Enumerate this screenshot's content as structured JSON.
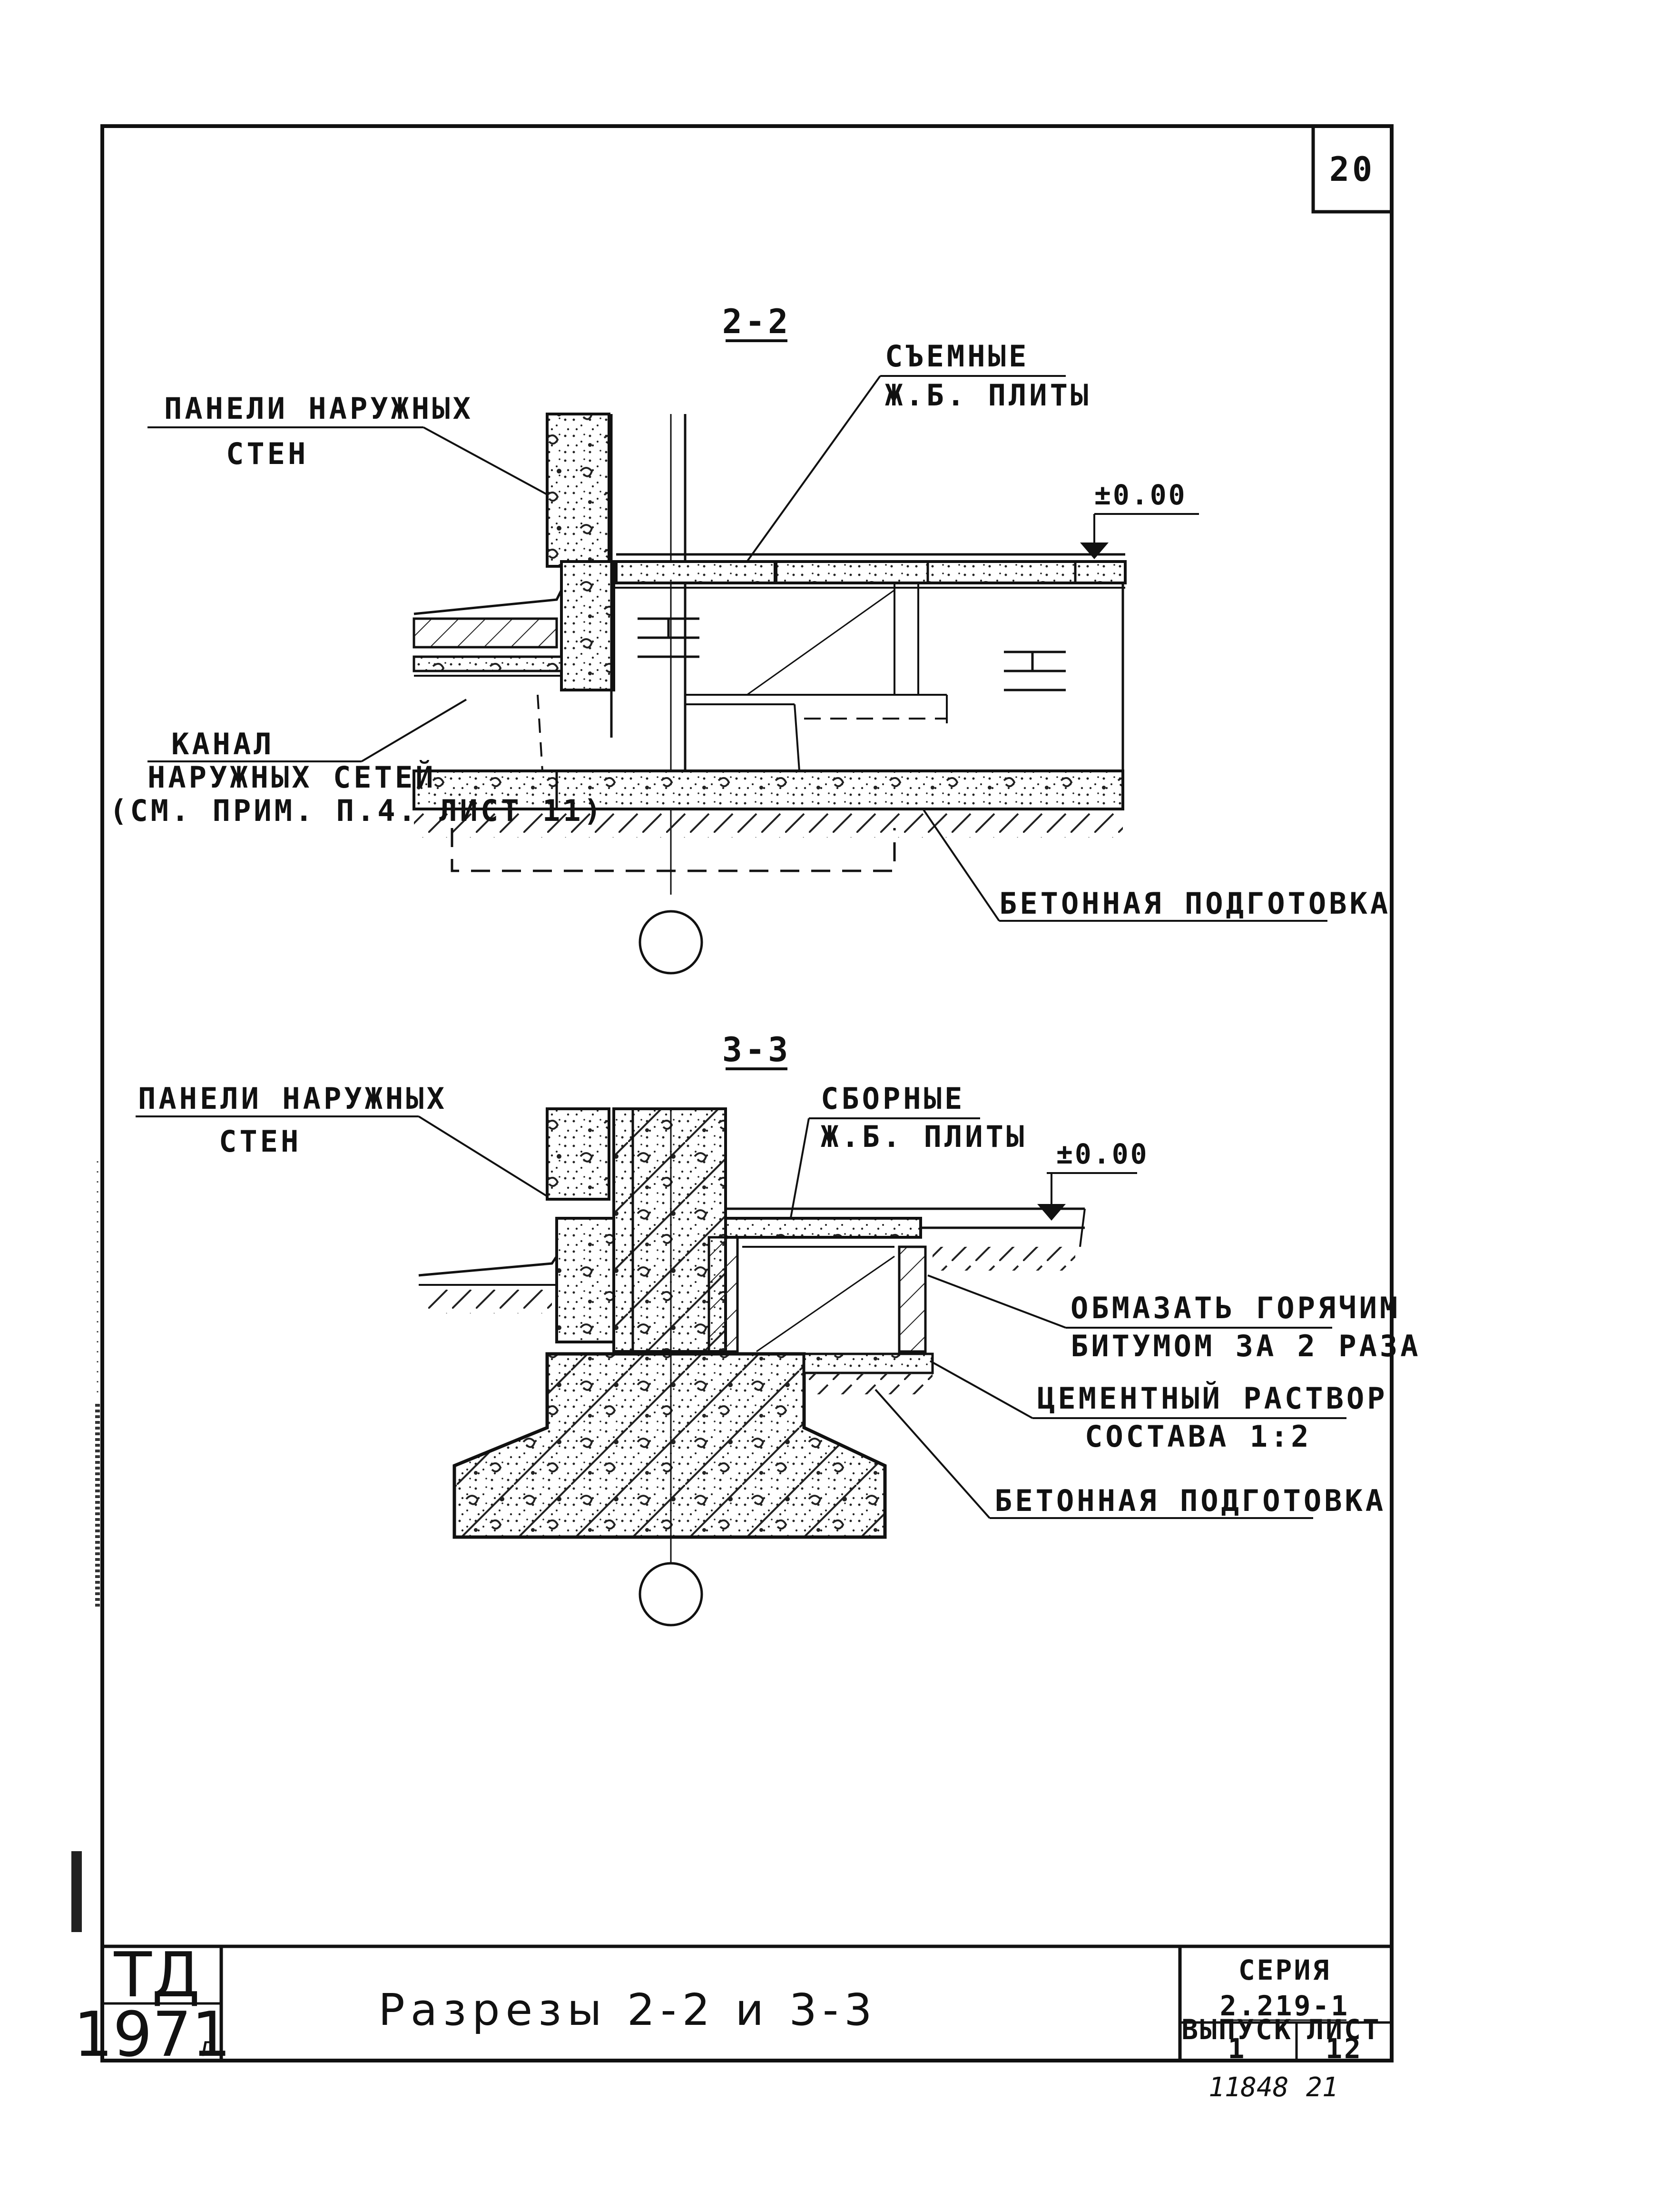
{
  "sheet_number": "20",
  "section_2_2": {
    "title": "2-2",
    "label_panels": [
      "ПАНЕЛИ НАРУЖНЫХ",
      "СТЕН"
    ],
    "label_slabs": [
      "СЪЕМНЫЕ",
      "Ж.Б. ПЛИТЫ"
    ],
    "elevation": "±0.00",
    "label_channel": [
      "КАНАЛ",
      "НАРУЖНЫХ СЕТЕЙ",
      "(СМ. ПРИМ. П.4. ЛИСТ 11)"
    ],
    "label_concrete": "БЕТОННАЯ ПОДГОТОВКА"
  },
  "section_3_3": {
    "title": "3-3",
    "label_panels": [
      "ПАНЕЛИ НАРУЖНЫХ",
      "СТЕН"
    ],
    "label_slabs": [
      "СБОРНЫЕ",
      "Ж.Б. ПЛИТЫ"
    ],
    "elevation": "±0.00",
    "label_bitumen": [
      "ОБМАЗАТЬ ГОРЯЧИМ",
      "БИТУМОМ ЗА 2 РАЗА"
    ],
    "label_mortar": [
      "ЦЕМЕНТНЫЙ РАСТВОР",
      "СОСТАВА 1:2"
    ],
    "label_concrete": "БЕТОННАЯ ПОДГОТОВКА"
  },
  "title_block": {
    "org": "ТД",
    "year": "1971",
    "year_suffix": "г.",
    "title": "Разрезы 2-2 и 3-3",
    "series_label": "СЕРИЯ",
    "series_value": "2.219-1",
    "issue_label": "ВЫПУСК",
    "issue_value": "1",
    "sheet_label": "ЛИСТ",
    "sheet_value": "12"
  },
  "footer": {
    "number_left": "11848",
    "number_right": "21"
  }
}
